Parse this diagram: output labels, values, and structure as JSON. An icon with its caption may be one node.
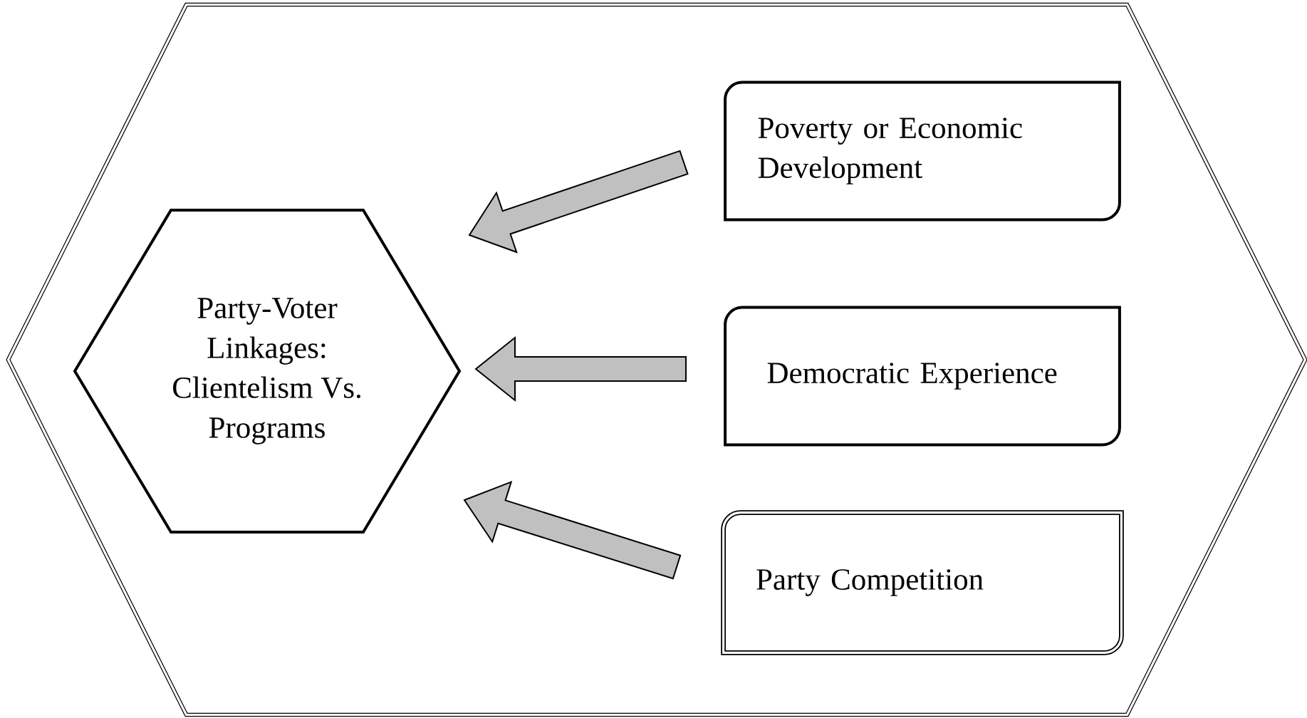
{
  "diagram": {
    "nodes": [
      {
        "text": [],
        "shape": "hexagon"
      },
      {
        "text": [
          "Party-Voter Linkages: Clientelism Vs. Programs"
        ],
        "in": 0
      },
      {
        "text": [
          "Poverty or Economic Development"
        ],
        "in": 0
      },
      {
        "text": [
          "Democratic Experience"
        ],
        "in": 0
      },
      {
        "text": [
          "Party Competition"
        ],
        "in": 0
      }
    ],
    "edges": [
      {
        "from": 2,
        "to": 1,
        "arrow": "to"
      },
      {
        "from": 3,
        "to": 1,
        "arrow": "to"
      },
      {
        "from": 4,
        "to": 1,
        "arrow": "to"
      }
    ]
  }
}
